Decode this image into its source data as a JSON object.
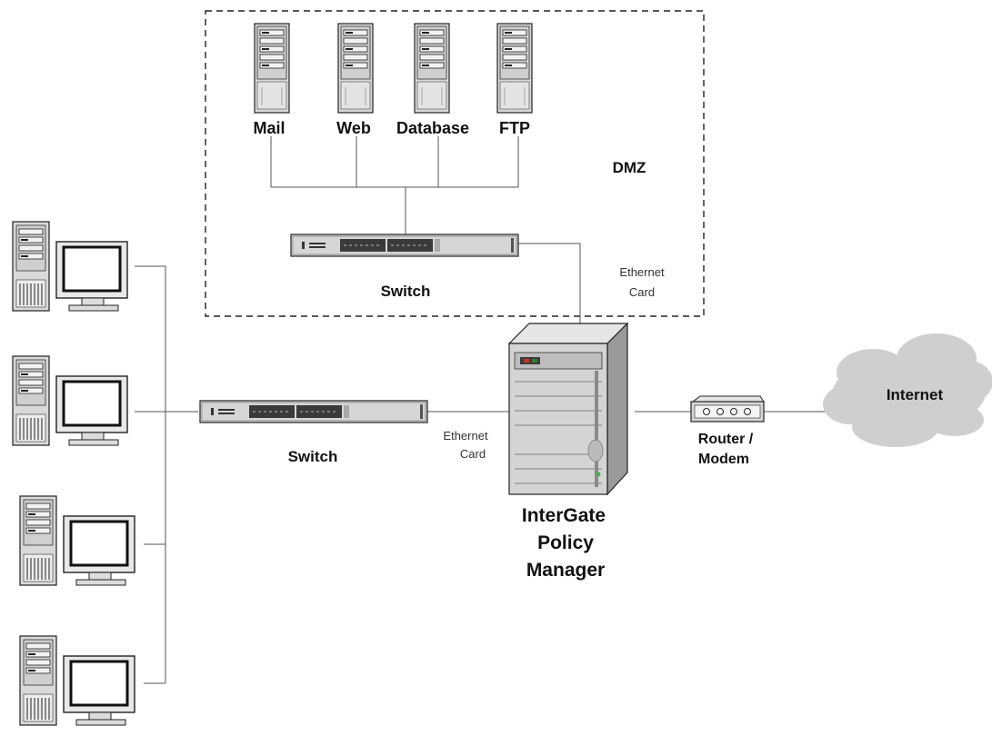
{
  "dmz": {
    "label": "DMZ",
    "servers": [
      {
        "id": "mail",
        "label": "Mail"
      },
      {
        "id": "web",
        "label": "Web"
      },
      {
        "id": "database",
        "label": "Database"
      },
      {
        "id": "ftp",
        "label": "FTP"
      }
    ],
    "switch_label": "Switch",
    "ethernet_card": {
      "line1": "Ethernet",
      "line2": "Card"
    }
  },
  "lan": {
    "workstation_count": 4,
    "switch_label": "Switch",
    "ethernet_card": {
      "line1": "Ethernet",
      "line2": "Card"
    }
  },
  "gateway": {
    "line1": "InterGate",
    "line2": "Policy",
    "line3": "Manager"
  },
  "router": {
    "line1": "Router /",
    "line2": "Modem"
  },
  "internet": {
    "label": "Internet"
  },
  "colors": {
    "line": "#555555",
    "device_gray": "#d6d6d6",
    "device_dark": "#3a3a3a",
    "cloud": "#cfcfcf"
  }
}
